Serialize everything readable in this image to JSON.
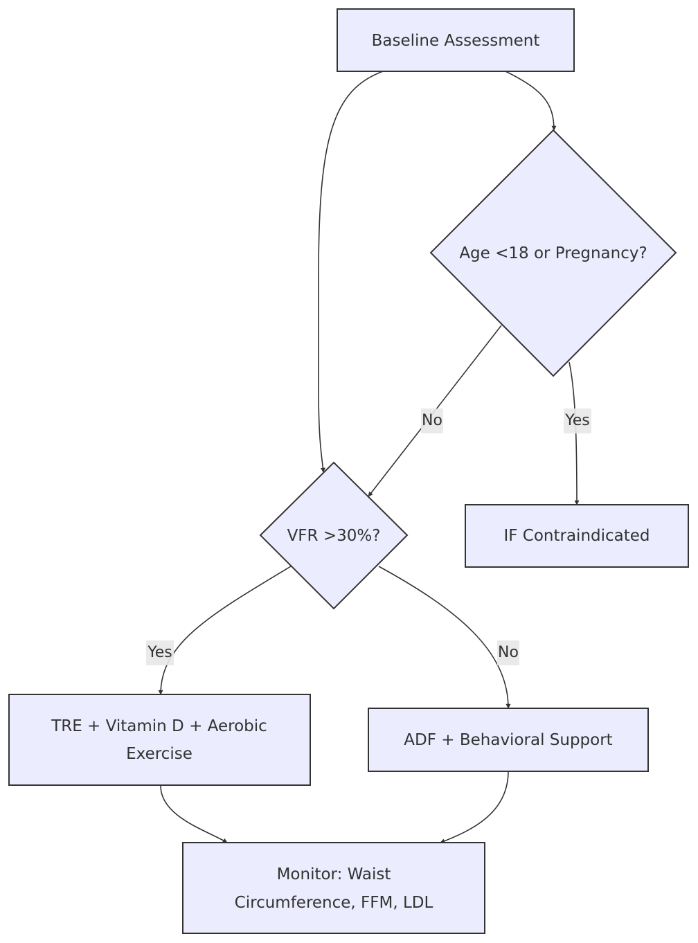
{
  "colors": {
    "node_fill": "#ececff",
    "node_stroke": "#333333",
    "edge": "#333333",
    "label_background": "#e8e8e8",
    "text": "#333333"
  },
  "nodes": {
    "baseline": {
      "line1": "Baseline Assessment"
    },
    "age_check": {
      "line1": "Age <18 or Pregnancy?"
    },
    "vfr_check": {
      "line1": "VFR >30%?"
    },
    "contraindicated": {
      "line1": "IF Contraindicated"
    },
    "tre": {
      "line1": "TRE + Vitamin D + Aerobic",
      "line2": "Exercise"
    },
    "adf": {
      "line1": "ADF + Behavioral Support"
    },
    "monitor": {
      "line1": "Monitor: Waist",
      "line2": "Circumference, FFM, LDL"
    }
  },
  "edge_labels": {
    "age_no": "No",
    "age_yes": "Yes",
    "vfr_yes": "Yes",
    "vfr_no": "No"
  }
}
